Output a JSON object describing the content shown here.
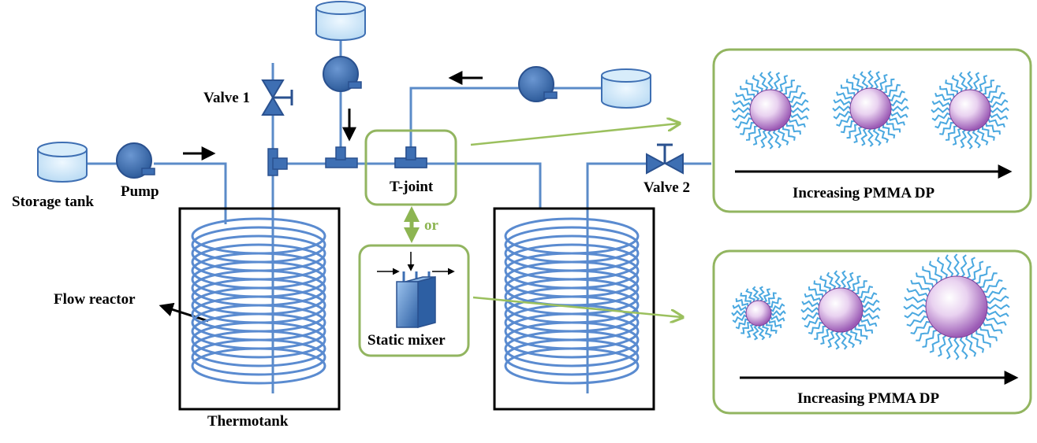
{
  "labels": {
    "storage_tank": "Storage tank",
    "pump": "Pump",
    "valve1": "Valve 1",
    "valve2": "Valve 2",
    "t_joint": "T-joint",
    "or": "or",
    "static_mixer": "Static mixer",
    "flow_reactor": "Flow reactor",
    "thermotank": "Thermotank"
  },
  "panels": {
    "top_caption": "Increasing PMMA DP",
    "bottom_caption": "Increasing PMMA DP"
  },
  "colors": {
    "pipe": "#5b8bc8",
    "component": "#3e6fb3",
    "tank_fill": "#d7ecfa",
    "green_outline": "#92b560",
    "particle_core": "#c99bd8",
    "corona": "#4aa8e0"
  }
}
